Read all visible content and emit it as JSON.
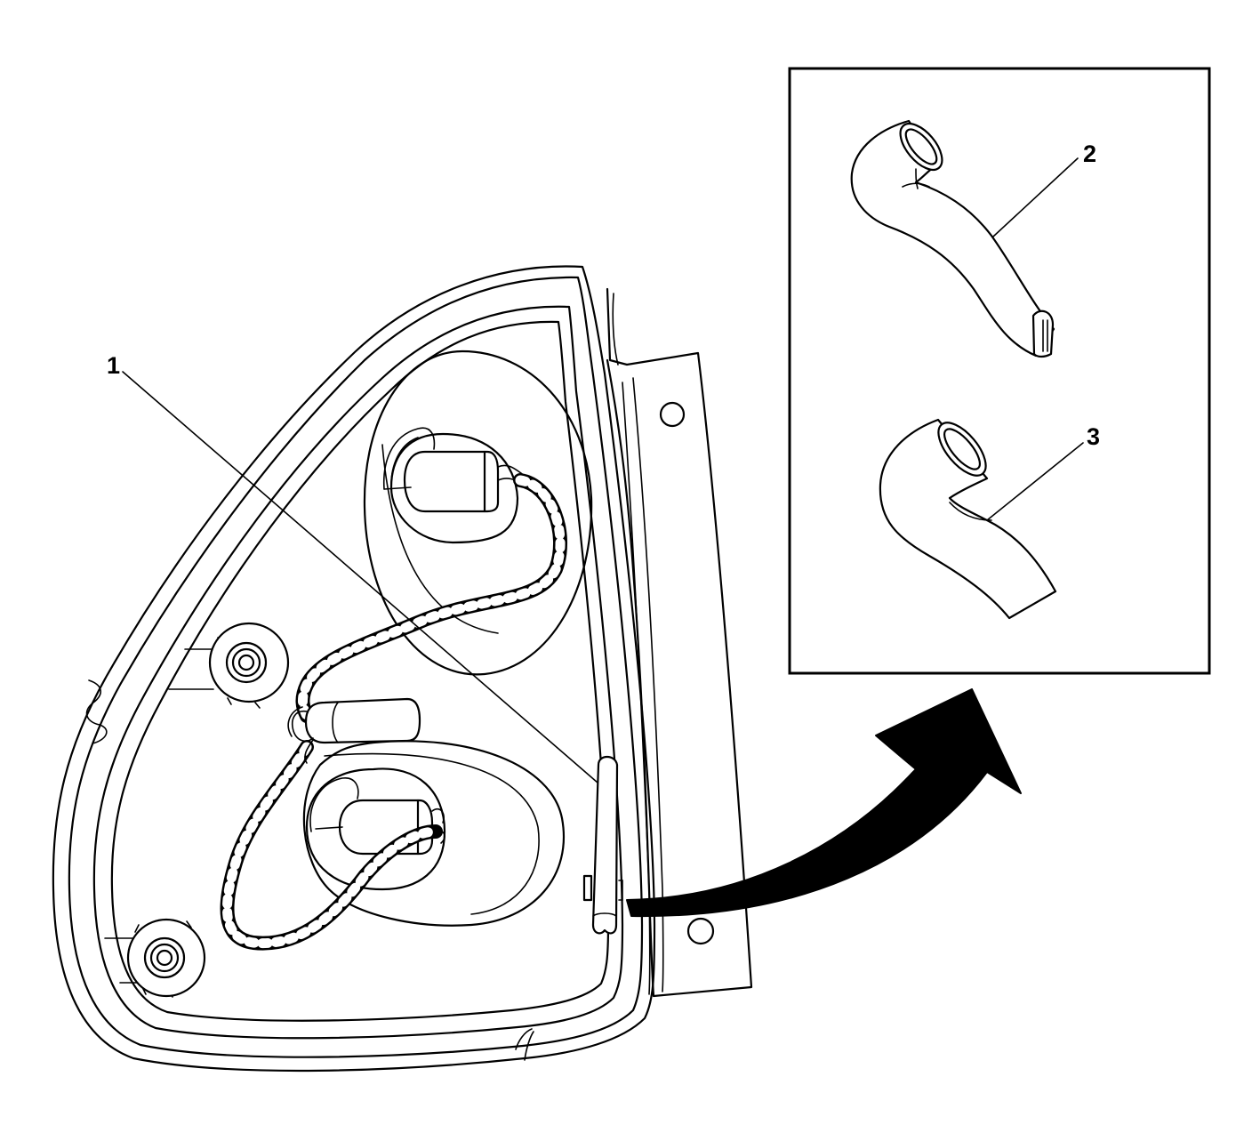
{
  "diagram": {
    "callouts": [
      {
        "id": "callout-1",
        "label": "1"
      },
      {
        "id": "callout-2",
        "label": "2"
      },
      {
        "id": "callout-3",
        "label": "3"
      }
    ],
    "icons": [
      "tail-lamp-housing",
      "bulb-socket",
      "wiring-harness",
      "wiring-connector",
      "vent-tube",
      "direction-arrow"
    ],
    "colors": {
      "line": "#000000",
      "background": "#ffffff"
    }
  }
}
